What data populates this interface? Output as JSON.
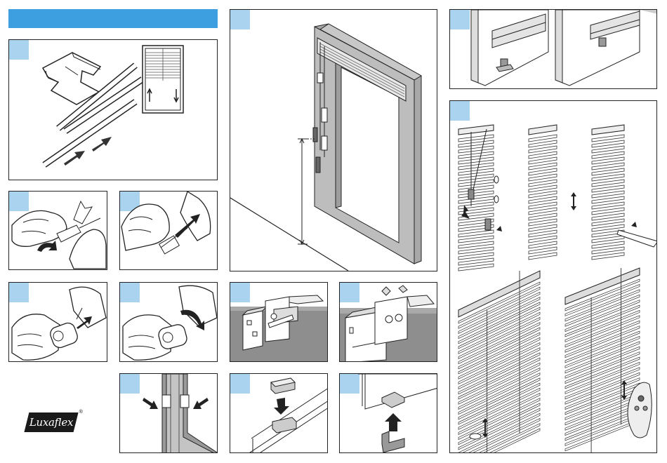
{
  "brand": {
    "logo_text": "Luxaflex",
    "registered_mark": "®"
  },
  "colors": {
    "header_bar": "#3d9ee0",
    "step_marker": "#a9d3ef",
    "line": "#222222",
    "wall": "#a8a8a8"
  },
  "panels": [
    {
      "id": "cord-parts",
      "icon": "cord-connector-and-cords"
    },
    {
      "id": "thread-cord-1",
      "icon": "hand-threading-cord"
    },
    {
      "id": "thread-cord-2",
      "icon": "hand-pulling-cord"
    },
    {
      "id": "attach-clip-1",
      "icon": "hand-attaching-clip"
    },
    {
      "id": "attach-clip-2",
      "icon": "hand-rotating-clip"
    },
    {
      "id": "measure-window",
      "icon": "window-frame-measurement"
    },
    {
      "id": "top-bracket-detail",
      "icon": "headrail-bracket"
    },
    {
      "id": "bracket-wall",
      "icon": "wall-bracket"
    },
    {
      "id": "bracket-side",
      "icon": "side-bracket"
    },
    {
      "id": "mount-channel",
      "icon": "channel-mount"
    },
    {
      "id": "clip-press",
      "icon": "clip-press-down"
    },
    {
      "id": "clip-push-up",
      "icon": "clip-push-up"
    },
    {
      "id": "operate-blinds",
      "icon": "blind-operation-with-remote"
    }
  ]
}
